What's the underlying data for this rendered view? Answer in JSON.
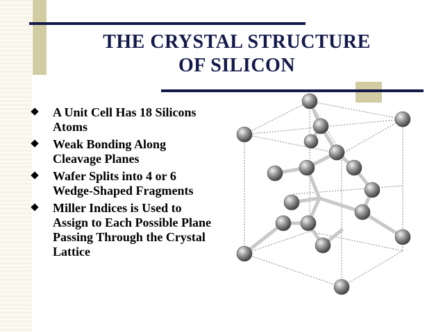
{
  "slide": {
    "title_line1": "THE CRYSTAL STRUCTURE",
    "title_line2": "OF SILICON",
    "bullets": [
      "A Unit Cell Has 18 Silicons Atoms",
      "Weak Bonding Along Cleavage Planes",
      "Wafer Splits into 4 or 6 Wedge-Shaped Fragments",
      "Miller Indices is Used to Assign to Each Possible Plane Passing Through the Crystal Lattice"
    ]
  },
  "colors": {
    "title": "#131a4a",
    "accent_tan": "#d2cca2",
    "rule": "#131a4a"
  }
}
